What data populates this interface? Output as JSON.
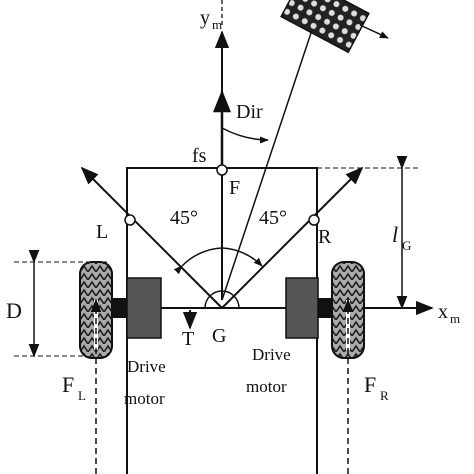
{
  "diagram": {
    "axes": {
      "y_label": "y",
      "y_sub": "m",
      "x_label": "x",
      "x_sub": "m"
    },
    "points": {
      "front": "F",
      "center": "G",
      "left": "L",
      "right": "R"
    },
    "labels": {
      "front_sensor": "fs",
      "direction": "Dir",
      "angle_left": "45°",
      "angle_right": "45°",
      "torque": "T",
      "distance_label": "D",
      "lg_main": "l",
      "lg_sub": "G"
    },
    "motors": {
      "left_l1": "Drive",
      "left_l2": "motor",
      "right_l1": "Drive",
      "right_l2": "motor"
    },
    "forces": {
      "left_main": "F",
      "left_sub": "L",
      "right_main": "F",
      "right_sub": "R"
    },
    "colors": {
      "line": "#111111",
      "motor": "#555555",
      "motor_dark": "#222222",
      "wheel": "#888888",
      "panel": "#222222"
    }
  }
}
